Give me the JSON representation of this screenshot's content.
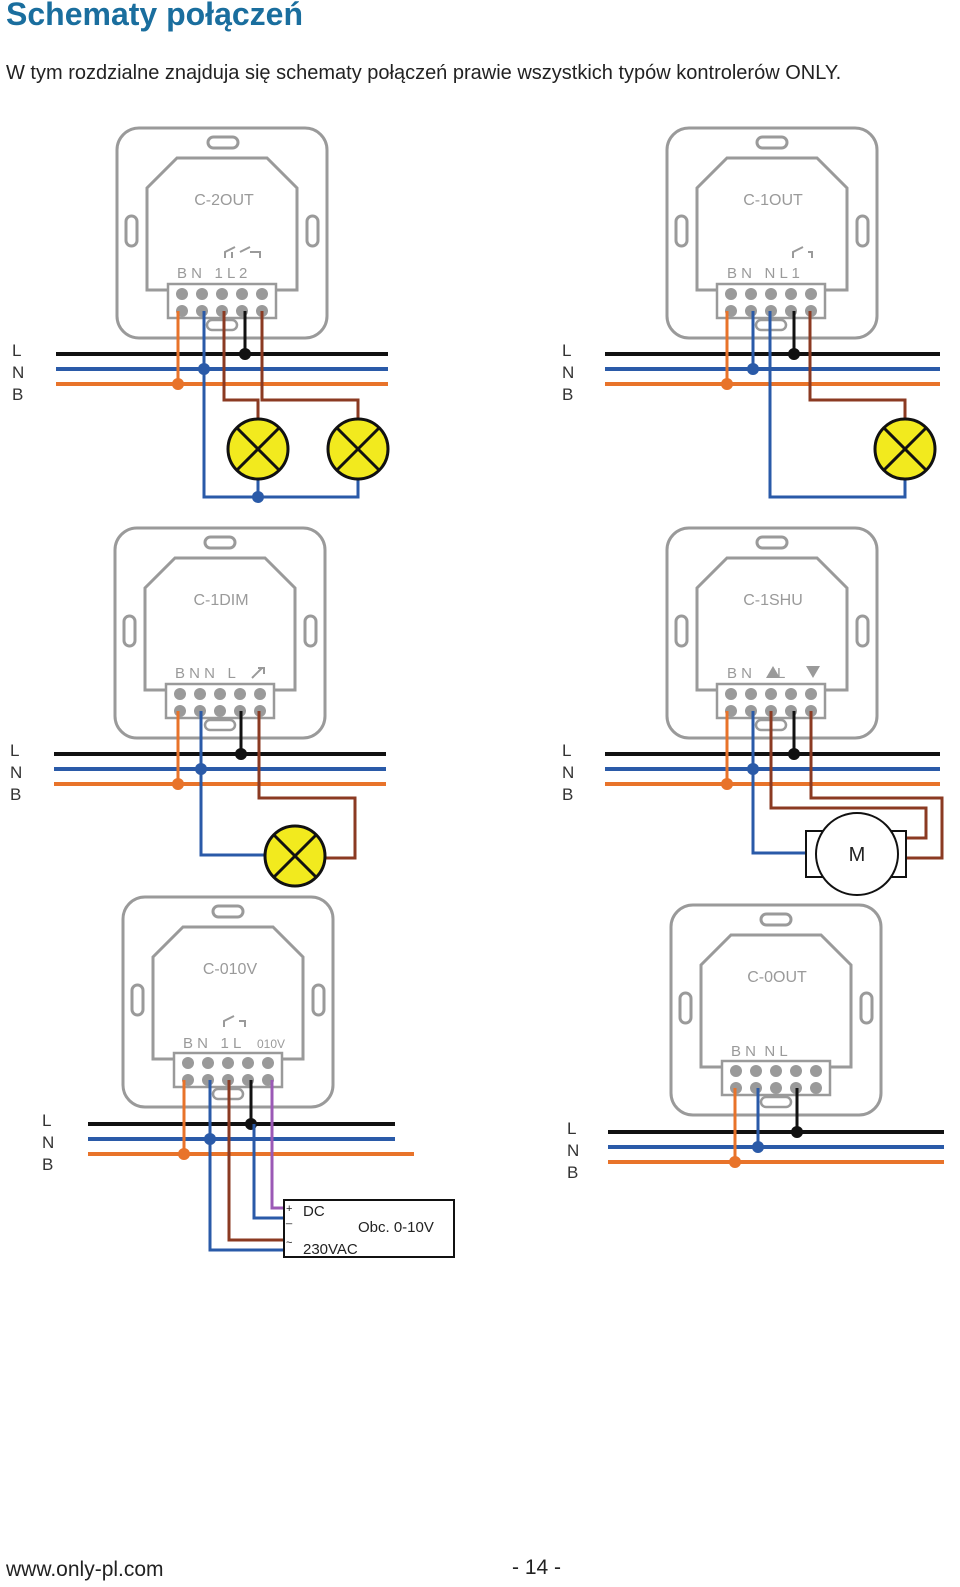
{
  "header": {
    "title": "Schematy połączeń",
    "intro": "W tym rozdzialne znajduja się schematy połączeń prawie wszystkich typów kontrolerów ONLY."
  },
  "bus_labels": {
    "l": "L",
    "n": "N",
    "b": "B"
  },
  "diagrams": [
    {
      "id": "c2out",
      "model": "C-2OUT",
      "terminals": "B N   1 L 2"
    },
    {
      "id": "c1out",
      "model": "C-1OUT",
      "terminals": "B N   N L 1"
    },
    {
      "id": "c1dim",
      "model": "C-1DIM",
      "terminals": "B N N   L"
    },
    {
      "id": "c1shu",
      "model": "C-1SHU",
      "terminals": "B N      L",
      "motor_label": "M"
    },
    {
      "id": "c010v",
      "model": "C-010V",
      "terminals": "B N   1 L",
      "terminal_extra": "010V",
      "load_box": {
        "dc": "DC",
        "ac": "230VAC",
        "load": "Obc. 0-10V",
        "plus": "+",
        "minus": "_",
        "tilde": "~"
      }
    },
    {
      "id": "c0out",
      "model": "C-0OUT",
      "terminals": "B N  N L"
    }
  ],
  "colors": {
    "l": "#111111",
    "n": "#2a5aa8",
    "b": "#e8732a",
    "load": "#8b3a22",
    "signal": "#9b59b6",
    "lamp": "#f2ea1e",
    "title": "#1a6e9e",
    "device": "#9a9a9a"
  },
  "footer": {
    "url": "www.only-pl.com",
    "page": "- 14 -"
  }
}
